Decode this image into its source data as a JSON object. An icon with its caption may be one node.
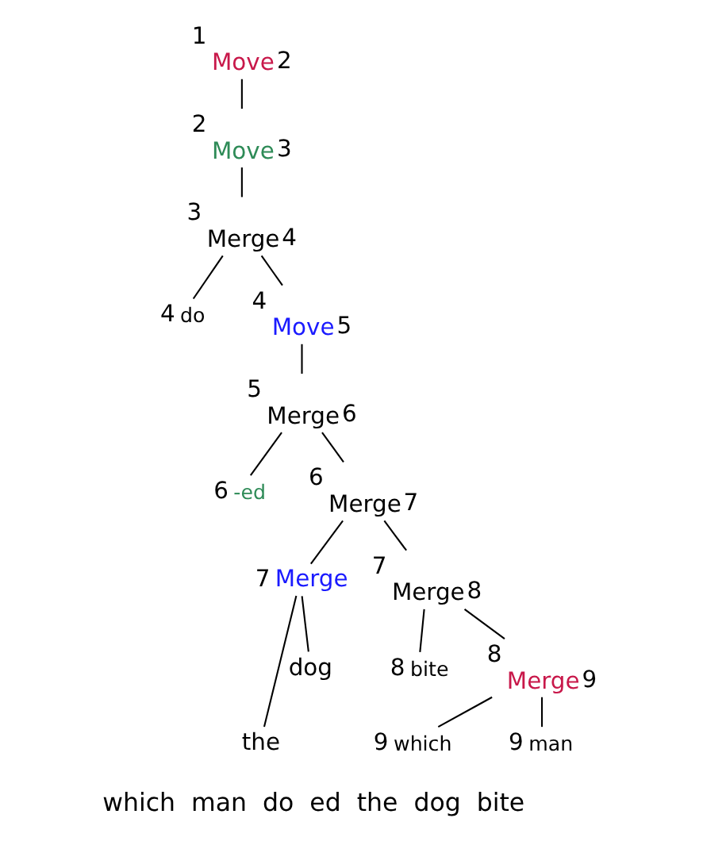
{
  "diagram": {
    "nodes": [
      {
        "text": [
          "Move"
        ],
        "beside": [
          "1",
          "2"
        ]
      },
      {
        "text": [
          "Move"
        ],
        "beside": [
          "2",
          "3"
        ]
      },
      {
        "text": [
          "Merge"
        ],
        "beside": [
          "3",
          "4"
        ]
      },
      {
        "text": [
          "do"
        ],
        "beside": [
          "4"
        ]
      },
      {
        "text": [
          "Move"
        ],
        "beside": [
          "4",
          "5"
        ]
      },
      {
        "text": [
          "Merge"
        ],
        "beside": [
          "5",
          "6"
        ]
      },
      {
        "text": [
          "-ed"
        ],
        "beside": [
          "6"
        ]
      },
      {
        "text": [
          "Merge"
        ],
        "beside": [
          "6",
          "7"
        ]
      },
      {
        "text": [
          "Merge"
        ],
        "beside": [
          "7"
        ]
      },
      {
        "text": [
          "the"
        ]
      },
      {
        "text": [
          "dog"
        ]
      },
      {
        "text": [
          "Merge"
        ],
        "beside": [
          "7",
          "8"
        ]
      },
      {
        "text": [
          "bite"
        ],
        "beside": [
          "8"
        ]
      },
      {
        "text": [
          "Merge"
        ],
        "beside": [
          "8",
          "9"
        ]
      },
      {
        "text": [
          "which"
        ],
        "beside": [
          "9"
        ]
      },
      {
        "text": [
          "man"
        ],
        "beside": [
          "9"
        ]
      }
    ],
    "edges": [
      {
        "from": 0,
        "to": 1,
        "arrow": "none"
      },
      {
        "from": 1,
        "to": 2,
        "arrow": "none"
      },
      {
        "from": 2,
        "to": 3,
        "arrow": "none"
      },
      {
        "from": 2,
        "to": 4,
        "arrow": "none"
      },
      {
        "from": 4,
        "to": 5,
        "arrow": "none"
      },
      {
        "from": 5,
        "to": 6,
        "arrow": "none"
      },
      {
        "from": 5,
        "to": 7,
        "arrow": "none"
      },
      {
        "from": 7,
        "to": 8,
        "arrow": "none"
      },
      {
        "from": 7,
        "to": 11,
        "arrow": "none"
      },
      {
        "from": 8,
        "to": 9,
        "arrow": "none"
      },
      {
        "from": 8,
        "to": 10,
        "arrow": "none"
      },
      {
        "from": 11,
        "to": 12,
        "arrow": "none"
      },
      {
        "from": 11,
        "to": 13,
        "arrow": "none"
      },
      {
        "from": 13,
        "to": 14,
        "arrow": "none"
      },
      {
        "from": 13,
        "to": 15,
        "arrow": "none"
      }
    ],
    "labels": [
      "which  man  do  ed  the  dog  bite"
    ]
  }
}
